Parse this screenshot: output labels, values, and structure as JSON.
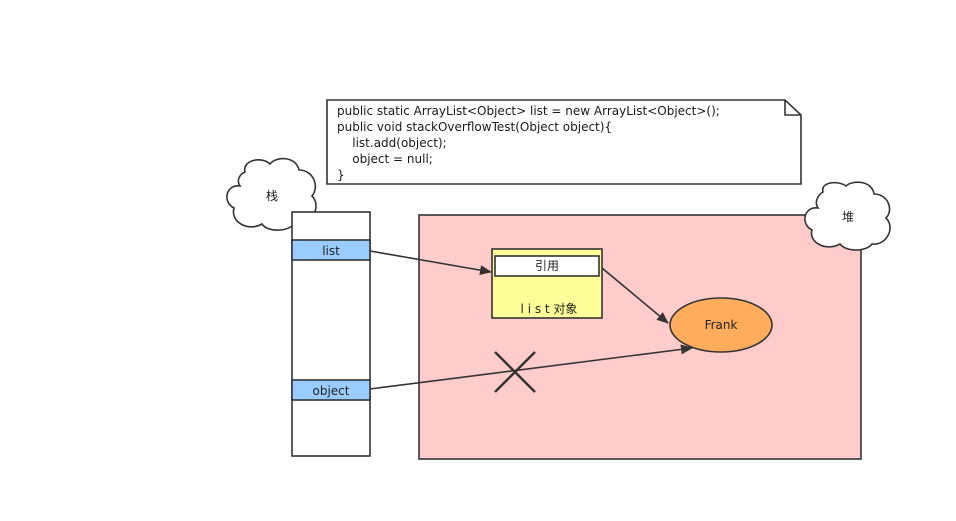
{
  "note": {
    "lines": [
      "public static ArrayList<Object> list = new ArrayList<Object>();",
      "public void stackOverflowTest(Object object){",
      "    list.add(object);",
      "    object = null;",
      "}"
    ]
  },
  "stack": {
    "cloud_label": "栈",
    "slot_list": "list",
    "slot_object": "object"
  },
  "heap": {
    "cloud_label": "堆",
    "list_object": {
      "ref_label": "引用",
      "caption": "l i s t 对象"
    },
    "frank_label": "Frank"
  },
  "colors": {
    "heap_fill": "#ffcccc",
    "slot_fill": "#99ccff",
    "list_object_fill": "#ffff99",
    "frank_fill": "#ffad5c",
    "stroke": "#333333"
  }
}
